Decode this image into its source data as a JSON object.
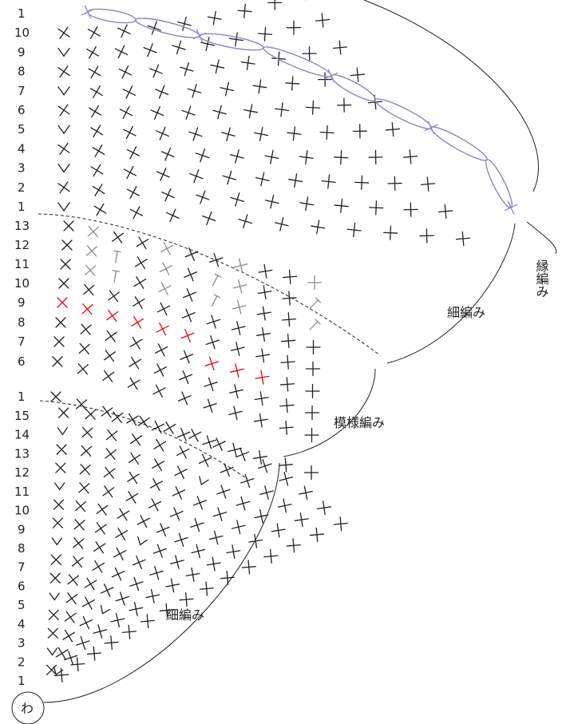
{
  "colors": {
    "stitch": "#231f20",
    "gray": "#8c8c8c",
    "red": "#e60012",
    "edge": "#8b85c1",
    "guide": "#231f20"
  },
  "rows": {
    "section1": [
      "1",
      "2",
      "3",
      "4",
      "5",
      "6",
      "7",
      "8",
      "9",
      "10",
      "11",
      "12",
      "13",
      "14",
      "15"
    ],
    "section2": [
      "1",
      "6",
      "7",
      "8",
      "9",
      "10",
      "11",
      "12",
      "13"
    ],
    "section3": [
      "1",
      "2",
      "3",
      "4",
      "5",
      "6",
      "7",
      "8",
      "9",
      "10",
      "1"
    ]
  },
  "labels": {
    "edge_section": "縁編み",
    "single_crochet_top": "細編み",
    "pattern_section": "模様編み",
    "single_crochet_bottom": "細編み",
    "ring": "わ"
  }
}
